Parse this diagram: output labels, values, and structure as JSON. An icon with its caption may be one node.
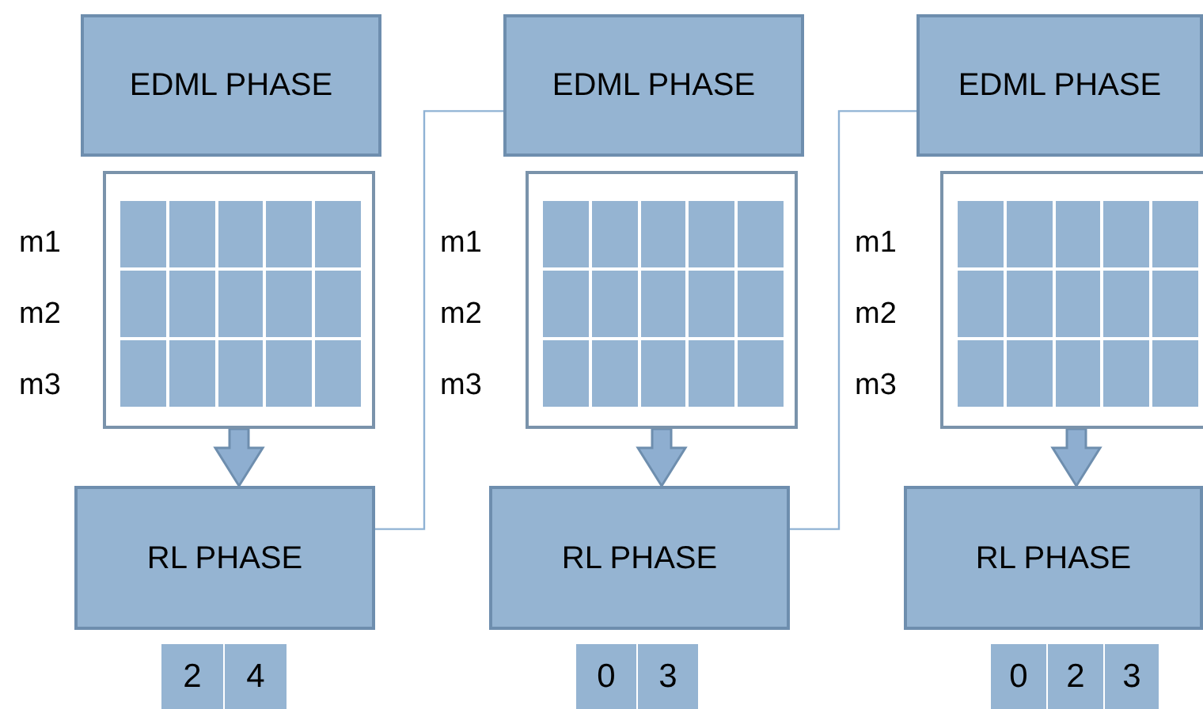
{
  "diagram": {
    "nodes": [
      {
        "text": [
          "EDML PHASE"
        ]
      },
      {
        "text": [],
        "shape": "box"
      },
      {
        "text": [
          "RL PHASE"
        ]
      },
      {
        "text": [
          "EDML PHASE"
        ]
      },
      {
        "text": [],
        "shape": "box"
      },
      {
        "text": [
          "RL PHASE"
        ]
      },
      {
        "text": [
          "EDML PHASE"
        ]
      },
      {
        "text": [],
        "shape": "box"
      },
      {
        "text": [
          "RL PHASE"
        ]
      },
      {
        "text": [
          "2"
        ]
      },
      {
        "text": [
          "4"
        ]
      },
      {
        "text": [
          "0"
        ]
      },
      {
        "text": [
          "3"
        ]
      },
      {
        "text": [
          "0"
        ]
      },
      {
        "text": [
          "2"
        ]
      },
      {
        "text": [
          "3"
        ]
      }
    ],
    "edges": [
      {
        "from": 1,
        "to": 2,
        "arrow": "to",
        "style": "thick"
      },
      {
        "from": 2,
        "to": 3,
        "arrow": "none"
      },
      {
        "from": 4,
        "to": 5,
        "arrow": "to",
        "style": "thick"
      },
      {
        "from": 5,
        "to": 6,
        "arrow": "none"
      },
      {
        "from": 7,
        "to": 8,
        "arrow": "to",
        "style": "thick"
      }
    ],
    "labels": [
      "m1",
      "m2",
      "m3",
      "m1",
      "m2",
      "m3",
      "m1",
      "m2",
      "m3"
    ]
  }
}
